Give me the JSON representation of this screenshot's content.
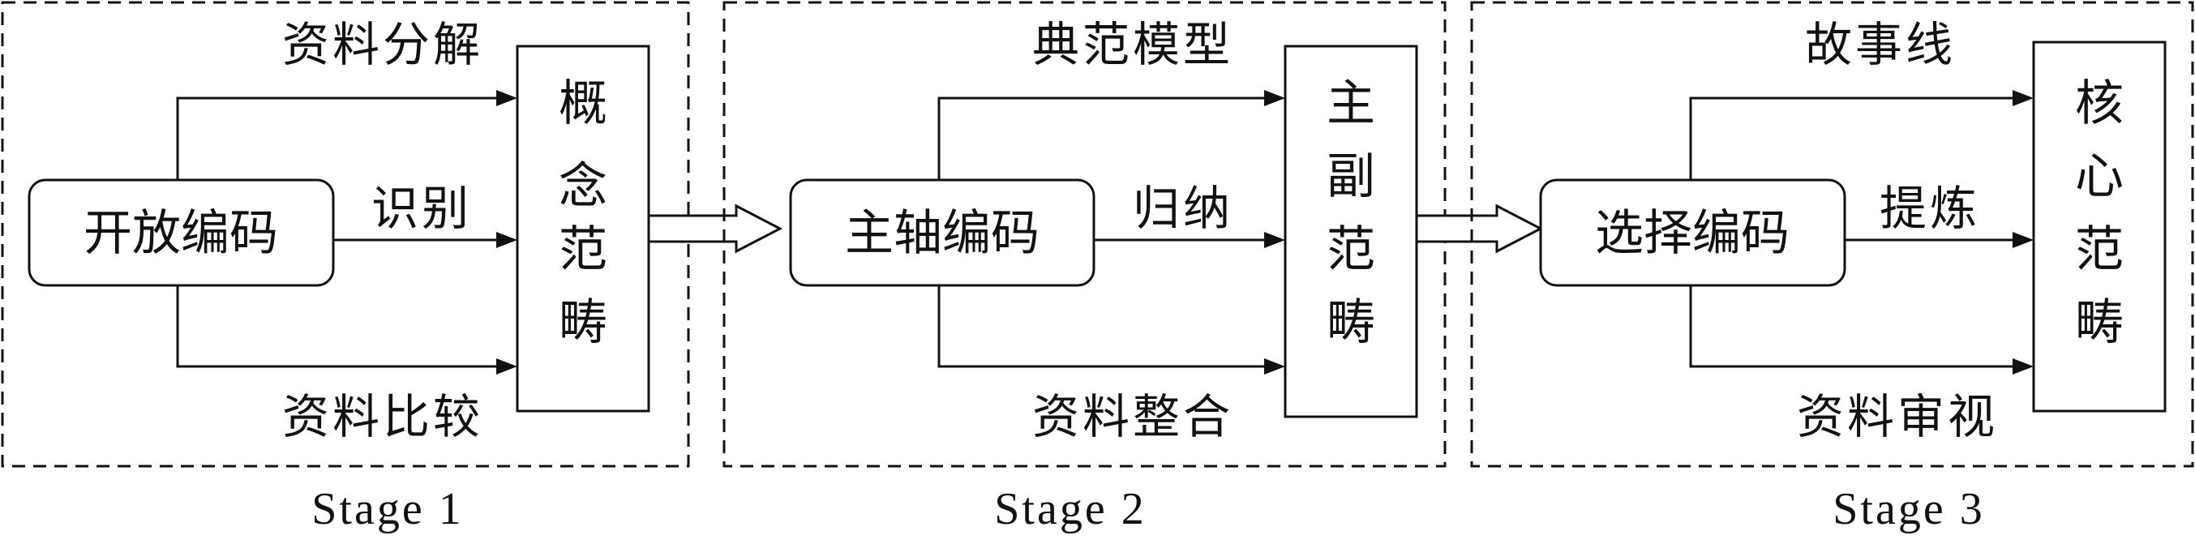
{
  "stages": [
    {
      "caption": "Stage 1",
      "source_box": "开放编码",
      "target_box": [
        "概",
        "念",
        "范",
        "畴"
      ],
      "top_label": "资料分解",
      "mid_label": "识别",
      "bottom_label": "资料比较"
    },
    {
      "caption": "Stage 2",
      "source_box": "主轴编码",
      "target_box": [
        "主",
        "副",
        "范",
        "畴"
      ],
      "top_label": "典范模型",
      "mid_label": "归纳",
      "bottom_label": "资料整合"
    },
    {
      "caption": "Stage 3",
      "source_box": "选择编码",
      "target_box": [
        "核",
        "心",
        "范",
        "畴"
      ],
      "top_label": "故事线",
      "mid_label": "提炼",
      "bottom_label": "资料审视"
    }
  ],
  "colors": {
    "stroke": "#111111",
    "background": "#ffffff"
  }
}
